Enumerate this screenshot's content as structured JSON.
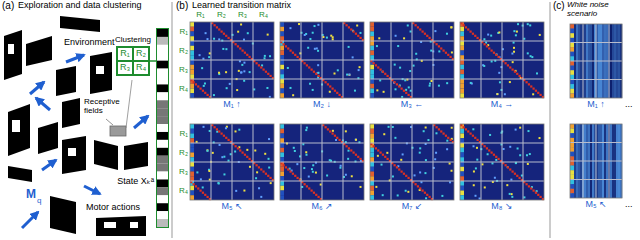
{
  "diagram": {
    "nodes": [
      {
        "text": [
          "Clustering"
        ]
      },
      {
        "text": [
          "R₁"
        ],
        "in": 0
      },
      {
        "text": [
          "R₂"
        ],
        "in": 0
      },
      {
        "text": [
          "R₃"
        ],
        "in": 0
      },
      {
        "text": [
          "R₄"
        ],
        "in": 0
      },
      {
        "text": [
          "State Xₖᵃ"
        ]
      }
    ],
    "edges": [
      {
        "from": 0,
        "to": 5,
        "arrow": "none"
      }
    ],
    "labels": [
      "(a)",
      "Exploration and data clustering",
      "Environment",
      "Receptive fields",
      "Motor actions",
      "M",
      "q",
      "(b)",
      "Learned transition matrix",
      "R₁",
      "R₂",
      "R₃",
      "R₄",
      "R₁",
      "R₂",
      "R₃",
      "R₄",
      "R₁",
      "R₂",
      "R₃",
      "R₄",
      "M₁ ↑",
      "M₂ ↓",
      "M₃ ←",
      "M₄ →",
      "M₅ ↖",
      "M₆ ↗",
      "M₇ ↙",
      "M₈ ↘",
      "(c)",
      "White noise scenario",
      "M₁ ↑",
      "M₅ ↖",
      "...",
      "..."
    ]
  }
}
